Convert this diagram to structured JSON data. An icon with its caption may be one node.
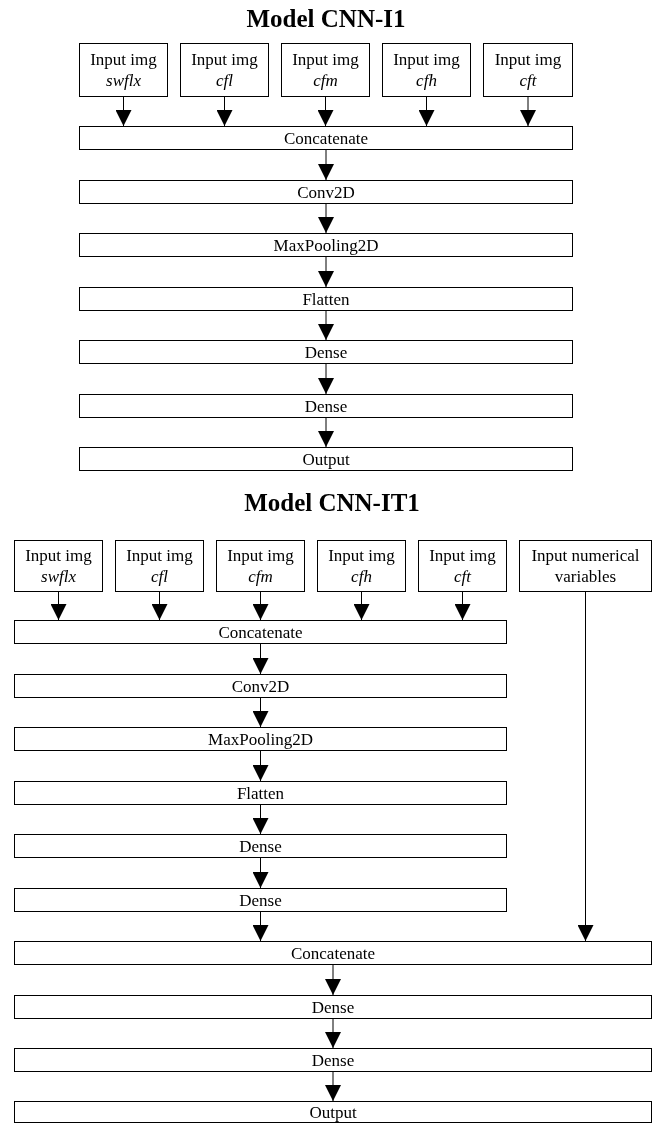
{
  "diagram": {
    "nodes": [
      {
        "text": [
          "Input img",
          "swflx"
        ]
      },
      {
        "text": [
          "Input img",
          "cfl"
        ]
      },
      {
        "text": [
          "Input img",
          "cfm"
        ]
      },
      {
        "text": [
          "Input img",
          "cfh"
        ]
      },
      {
        "text": [
          "Input img",
          "cft"
        ]
      },
      {
        "text": [
          "Concatenate"
        ]
      },
      {
        "text": [
          "Conv2D"
        ]
      },
      {
        "text": [
          "MaxPooling2D"
        ]
      },
      {
        "text": [
          "Flatten"
        ]
      },
      {
        "text": [
          "Dense"
        ]
      },
      {
        "text": [
          "Dense"
        ]
      },
      {
        "text": [
          "Output"
        ]
      },
      {
        "text": [
          "Input img",
          "swflx"
        ]
      },
      {
        "text": [
          "Input img",
          "cfl"
        ]
      },
      {
        "text": [
          "Input img",
          "cfm"
        ]
      },
      {
        "text": [
          "Input img",
          "cfh"
        ]
      },
      {
        "text": [
          "Input img",
          "cft"
        ]
      },
      {
        "text": [
          "Input numerical variables"
        ]
      },
      {
        "text": [
          "Concatenate"
        ]
      },
      {
        "text": [
          "Conv2D"
        ]
      },
      {
        "text": [
          "MaxPooling2D"
        ]
      },
      {
        "text": [
          "Flatten"
        ]
      },
      {
        "text": [
          "Dense"
        ]
      },
      {
        "text": [
          "Dense"
        ]
      },
      {
        "text": [
          "Concatenate"
        ]
      },
      {
        "text": [
          "Dense"
        ]
      },
      {
        "text": [
          "Dense"
        ]
      },
      {
        "text": [
          "Output"
        ]
      }
    ],
    "edges": [
      {
        "from": 0,
        "to": 5,
        "arrow": "to"
      },
      {
        "from": 1,
        "to": 5,
        "arrow": "to"
      },
      {
        "from": 2,
        "to": 5,
        "arrow": "to"
      },
      {
        "from": 3,
        "to": 5,
        "arrow": "to"
      },
      {
        "from": 4,
        "to": 5,
        "arrow": "to"
      },
      {
        "from": 5,
        "to": 6,
        "arrow": "to"
      },
      {
        "from": 6,
        "to": 7,
        "arrow": "to"
      },
      {
        "from": 7,
        "to": 8,
        "arrow": "to"
      },
      {
        "from": 8,
        "to": 9,
        "arrow": "to"
      },
      {
        "from": 9,
        "to": 10,
        "arrow": "to"
      },
      {
        "from": 10,
        "to": 11,
        "arrow": "to"
      },
      {
        "from": 12,
        "to": 18,
        "arrow": "to"
      },
      {
        "from": 13,
        "to": 18,
        "arrow": "to"
      },
      {
        "from": 14,
        "to": 18,
        "arrow": "to"
      },
      {
        "from": 15,
        "to": 18,
        "arrow": "to"
      },
      {
        "from": 16,
        "to": 18,
        "arrow": "to"
      },
      {
        "from": 18,
        "to": 19,
        "arrow": "to"
      },
      {
        "from": 19,
        "to": 20,
        "arrow": "to"
      },
      {
        "from": 20,
        "to": 21,
        "arrow": "to"
      },
      {
        "from": 21,
        "to": 22,
        "arrow": "to"
      },
      {
        "from": 22,
        "to": 23,
        "arrow": "to"
      },
      {
        "from": 23,
        "to": 24,
        "arrow": "to"
      },
      {
        "from": 17,
        "to": 24,
        "arrow": "to"
      },
      {
        "from": 24,
        "to": 25,
        "arrow": "to"
      },
      {
        "from": 25,
        "to": 26,
        "arrow": "to"
      },
      {
        "from": 26,
        "to": 27,
        "arrow": "to"
      }
    ],
    "labels": [
      "Model CNN-I1",
      "Model CNN-IT1"
    ]
  }
}
